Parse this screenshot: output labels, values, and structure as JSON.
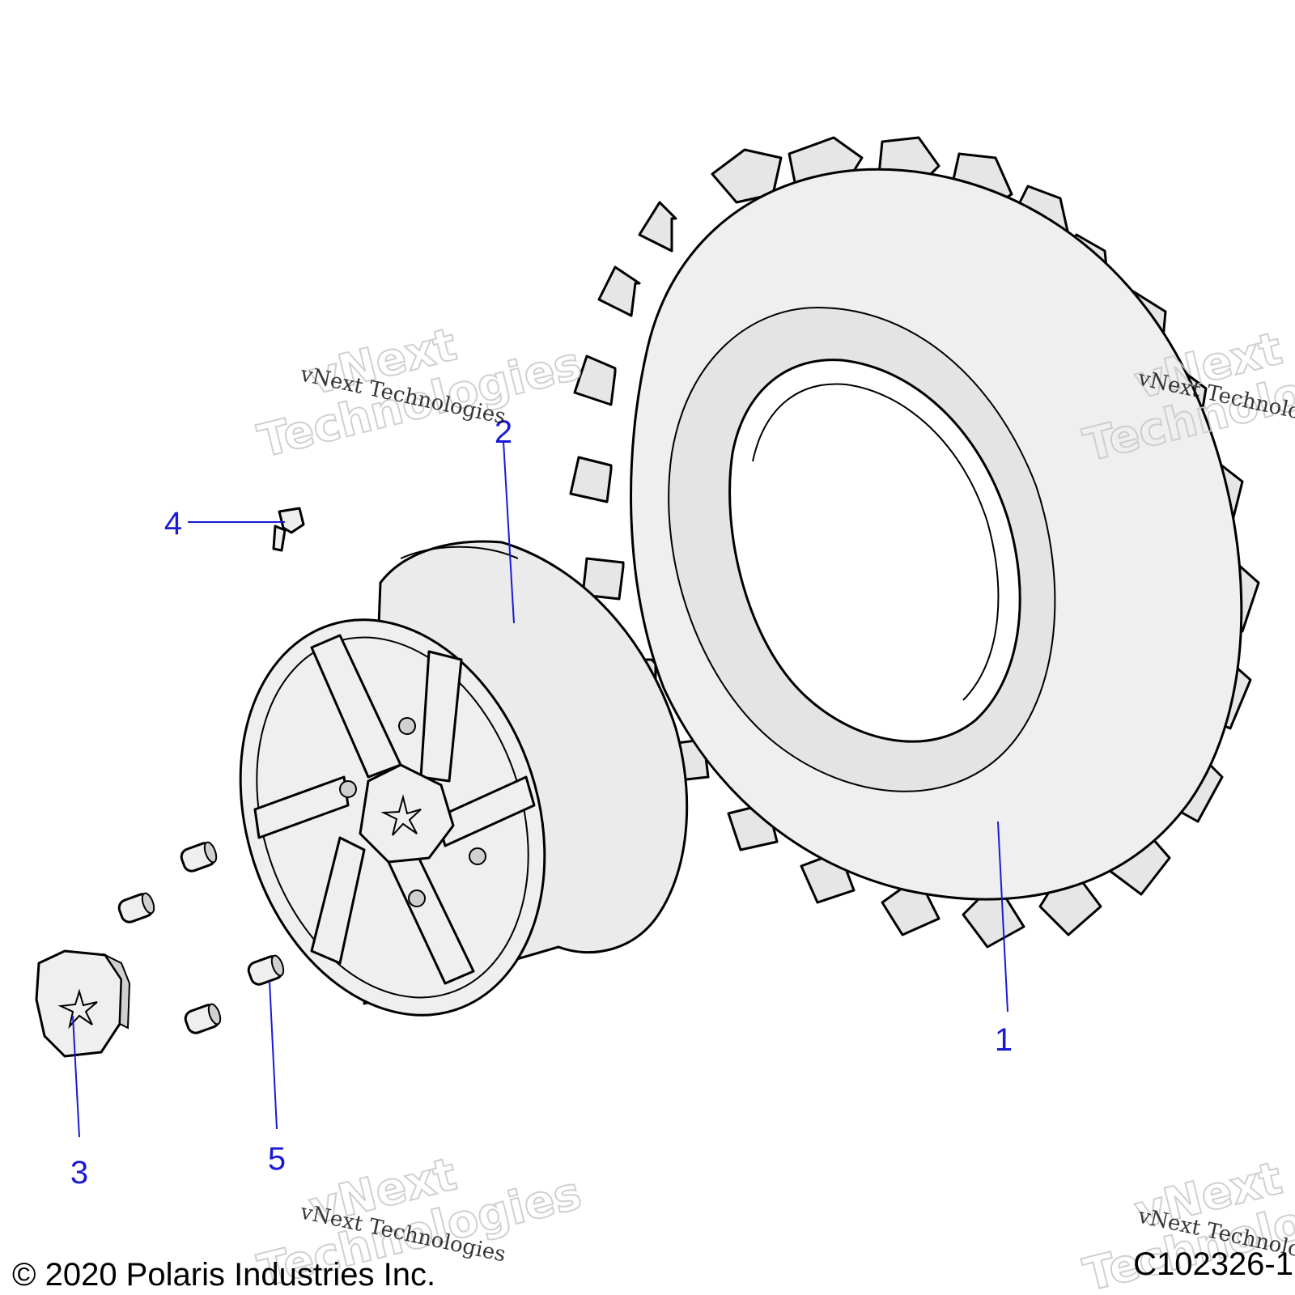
{
  "diagram": {
    "callouts": [
      {
        "id": "1",
        "label": "1"
      },
      {
        "id": "2",
        "label": "2"
      },
      {
        "id": "3",
        "label": "3"
      },
      {
        "id": "4",
        "label": "4"
      },
      {
        "id": "5",
        "label": "5"
      }
    ],
    "watermark": {
      "small_text": "vNext Technologies",
      "big_line1": "vNext",
      "big_line2": "Technologies"
    },
    "footer": {
      "copyright": "© 2020 Polaris Industries Inc.",
      "figure_id": "C102326-1"
    },
    "colors": {
      "callout": "#1a1ad6",
      "part_fill": "#efefef",
      "outline": "#000000"
    }
  }
}
